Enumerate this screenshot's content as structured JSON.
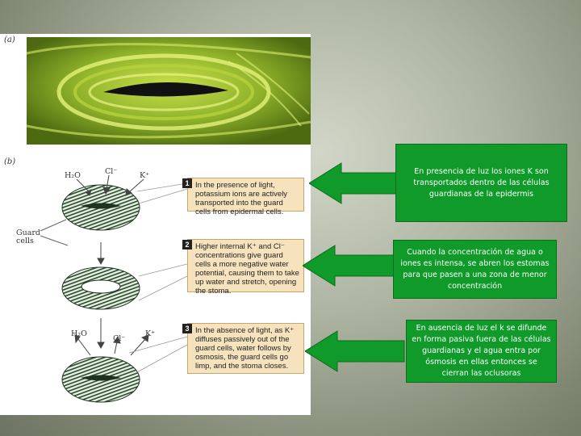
{
  "figure": {
    "label_a": "(a)",
    "label_b": "(b)",
    "guard_cells_label": "Guard cells",
    "ions_top": {
      "water": "H₂O",
      "chloride": "Cl⁻",
      "potassium": "K⁺"
    },
    "ions_bottom": {
      "water": "H₂O",
      "chloride": "Cl⁻",
      "potassium": "K⁺"
    },
    "steps": [
      {
        "num": "1",
        "text": "In the presence of light, potassium ions are actively transported into the guard cells from epidermal cells."
      },
      {
        "num": "2",
        "text": "Higher internal K⁺ and Cl⁻ concentrations give guard cells a more negative water potential, causing them to take up water and stretch, opening the stoma."
      },
      {
        "num": "3",
        "text": "In the absence of light, as K⁺ diffuses passively out of the guard cells, water follows by osmosis, the guard cells go limp, and the stoma closes."
      }
    ]
  },
  "callouts": [
    {
      "text": "En presencia de luz los iones K son transportados dentro de las células guardianas de la epidermis"
    },
    {
      "text": "Cuando la concentración de agua o iones es intensa, se abren los estomas para que pasen a una zona de menor concentración"
    },
    {
      "text": "En ausencia de luz  el k se difunde en forma pasiva fuera de las células guardianas y el agua entra por ósmosis en ellas entonces se cierran las oclusoras"
    }
  ],
  "colors": {
    "callout_green": "#0f9a2a",
    "step_box": "#f6e2bd",
    "micrograph": "#6f8f1a"
  }
}
